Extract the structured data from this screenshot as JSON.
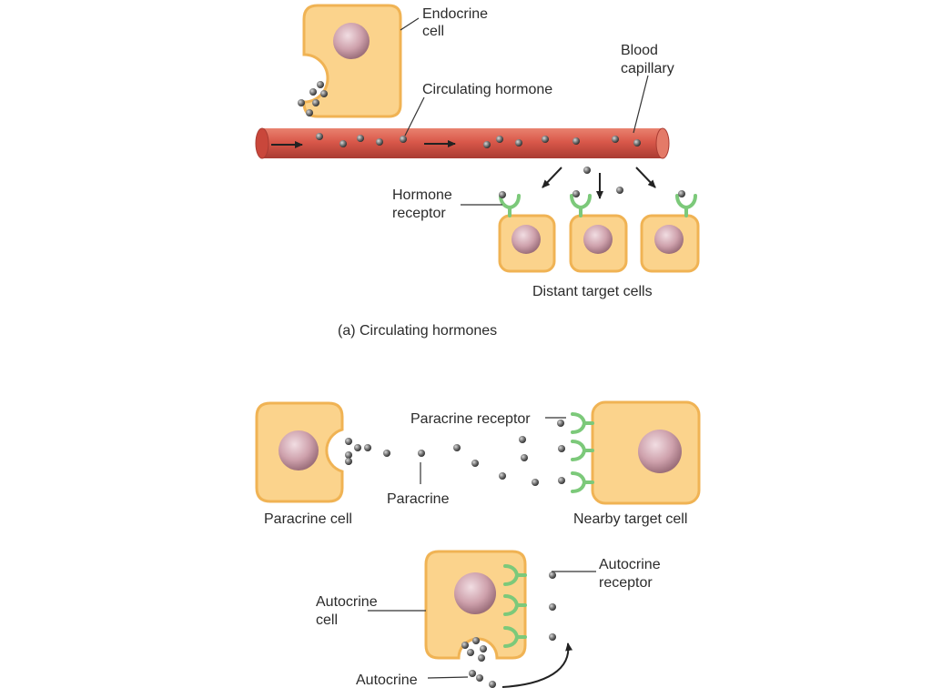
{
  "labels": {
    "endocrine_cell_line1": "Endocrine",
    "endocrine_cell_line2": "cell",
    "blood_capillary_line1": "Blood",
    "blood_capillary_line2": "capillary",
    "circulating_hormone": "Circulating hormone",
    "hormone_receptor_line1": "Hormone",
    "hormone_receptor_line2": "receptor",
    "distant_target_cells": "Distant target cells",
    "caption_a": "(a) Circulating hormones",
    "paracrine_receptor": "Paracrine receptor",
    "paracrine": "Paracrine",
    "paracrine_cell": "Paracrine cell",
    "nearby_target_cell": "Nearby target cell",
    "autocrine_receptor_line1": "Autocrine",
    "autocrine_receptor_line2": "receptor",
    "autocrine_cell_line1": "Autocrine",
    "autocrine_cell_line2": "cell",
    "autocrine": "Autocrine"
  },
  "colors": {
    "cell_fill": "#fbd38c",
    "cell_stroke": "#f0b354",
    "nucleus": "#cea1ac",
    "capillary": "#d9584a",
    "receptor": "#7cc97a",
    "molecule": "#6f6f6f",
    "leader_line": "#333333"
  }
}
